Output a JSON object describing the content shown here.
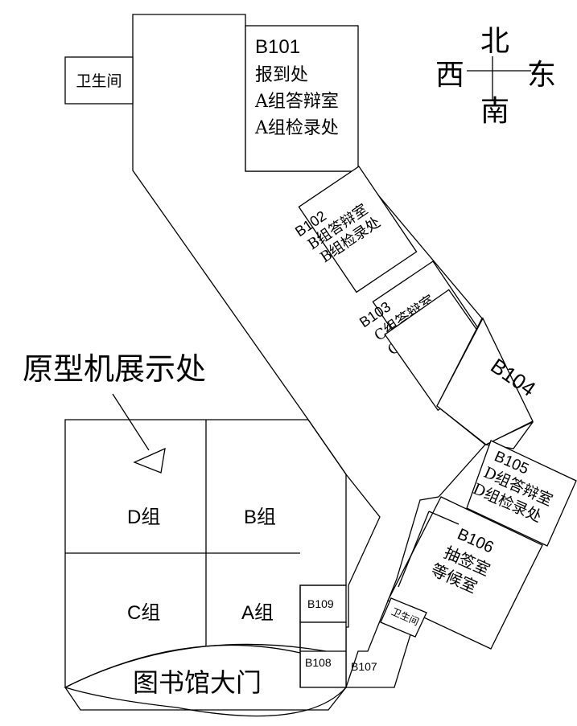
{
  "rooms": {
    "b101": {
      "code": "B101",
      "lines": [
        "报到处",
        "A组答辩室",
        "A组检录处"
      ]
    },
    "b102": {
      "code": "B102",
      "lines": [
        "B组答辩室",
        "B组检录处"
      ]
    },
    "b103": {
      "code": "B103",
      "lines": [
        "C组答辩室",
        "C组检录处"
      ]
    },
    "b104": {
      "code": "B104"
    },
    "b105": {
      "code": "B105",
      "lines": [
        "D组答辩室",
        "D组检录处"
      ]
    },
    "b106": {
      "code": "B106",
      "lines": [
        "抽签室",
        "等候室"
      ]
    },
    "b107": {
      "code": "B107"
    },
    "b108": {
      "code": "B108"
    },
    "b109": {
      "code": "B109"
    },
    "restroom_nw": "卫生间",
    "restroom_se": "卫生间"
  },
  "groups": {
    "d": "D组",
    "b": "B组",
    "c": "C组",
    "a": "A组"
  },
  "prototype_label": "原型机展示处",
  "entrance_label": "图书馆大门",
  "compass": {
    "north": "北",
    "south": "南",
    "east": "东",
    "west": "西"
  }
}
